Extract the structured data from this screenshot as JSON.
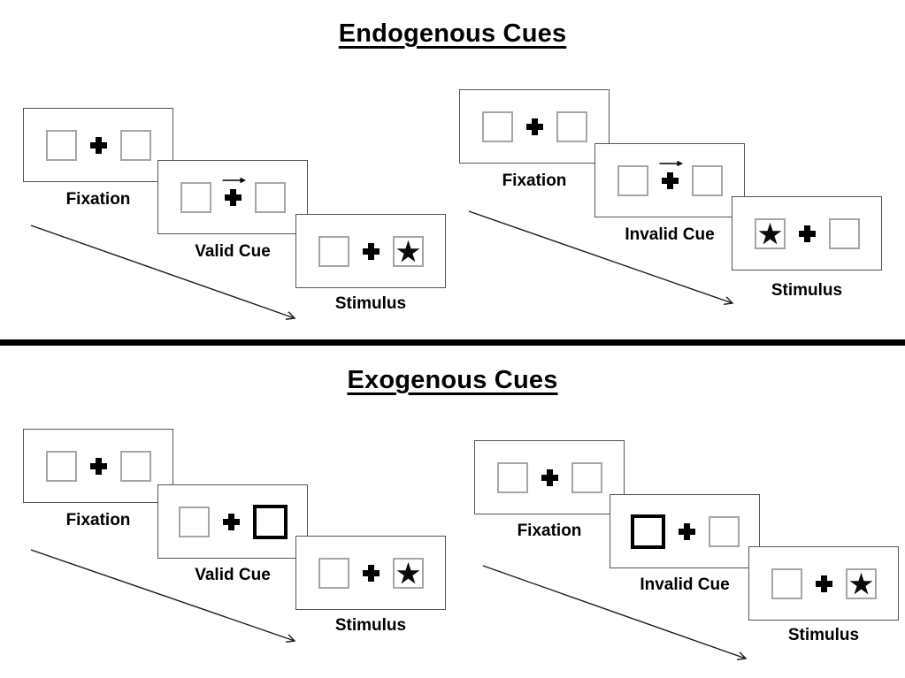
{
  "sections": [
    {
      "title": "Endogenous Cues",
      "panels": [
        {
          "name": "endogenous-valid-trial",
          "cue_type": "central-arrow-pointing-right",
          "target_side": "right",
          "steps": [
            {
              "label": "Fixation"
            },
            {
              "label": "Valid Cue"
            },
            {
              "label": "Stimulus"
            }
          ]
        },
        {
          "name": "endogenous-invalid-trial",
          "cue_type": "central-arrow-pointing-right",
          "target_side": "left",
          "steps": [
            {
              "label": "Fixation"
            },
            {
              "label": "Invalid Cue"
            },
            {
              "label": "Stimulus"
            }
          ]
        }
      ]
    },
    {
      "title": "Exogenous Cues",
      "panels": [
        {
          "name": "exogenous-valid-trial",
          "cue_type": "peripheral-highlighted-box-right",
          "target_side": "right",
          "steps": [
            {
              "label": "Fixation"
            },
            {
              "label": "Valid Cue"
            },
            {
              "label": "Stimulus"
            }
          ]
        },
        {
          "name": "exogenous-invalid-trial",
          "cue_type": "peripheral-highlighted-box-left",
          "target_side": "right",
          "steps": [
            {
              "label": "Fixation"
            },
            {
              "label": "Invalid Cue"
            },
            {
              "label": "Stimulus"
            }
          ]
        }
      ]
    }
  ],
  "icons": {
    "fixation-cross": "heavy black plus sign",
    "cue-direction-arrow": "thin rightward arrow above fixation cross",
    "cue-highlight-box": "thick black outlined square",
    "target-star": "filled black five-point star",
    "timeline-arrow": "thin diagonal arrow from upper-left to lower-right"
  },
  "colors": {
    "background": "#ffffff",
    "card_border": "#555555",
    "placeholder_box_border": "#a6a6a6",
    "highlight_box_border": "#000000",
    "ink": "#000000",
    "divider": "#000000"
  }
}
